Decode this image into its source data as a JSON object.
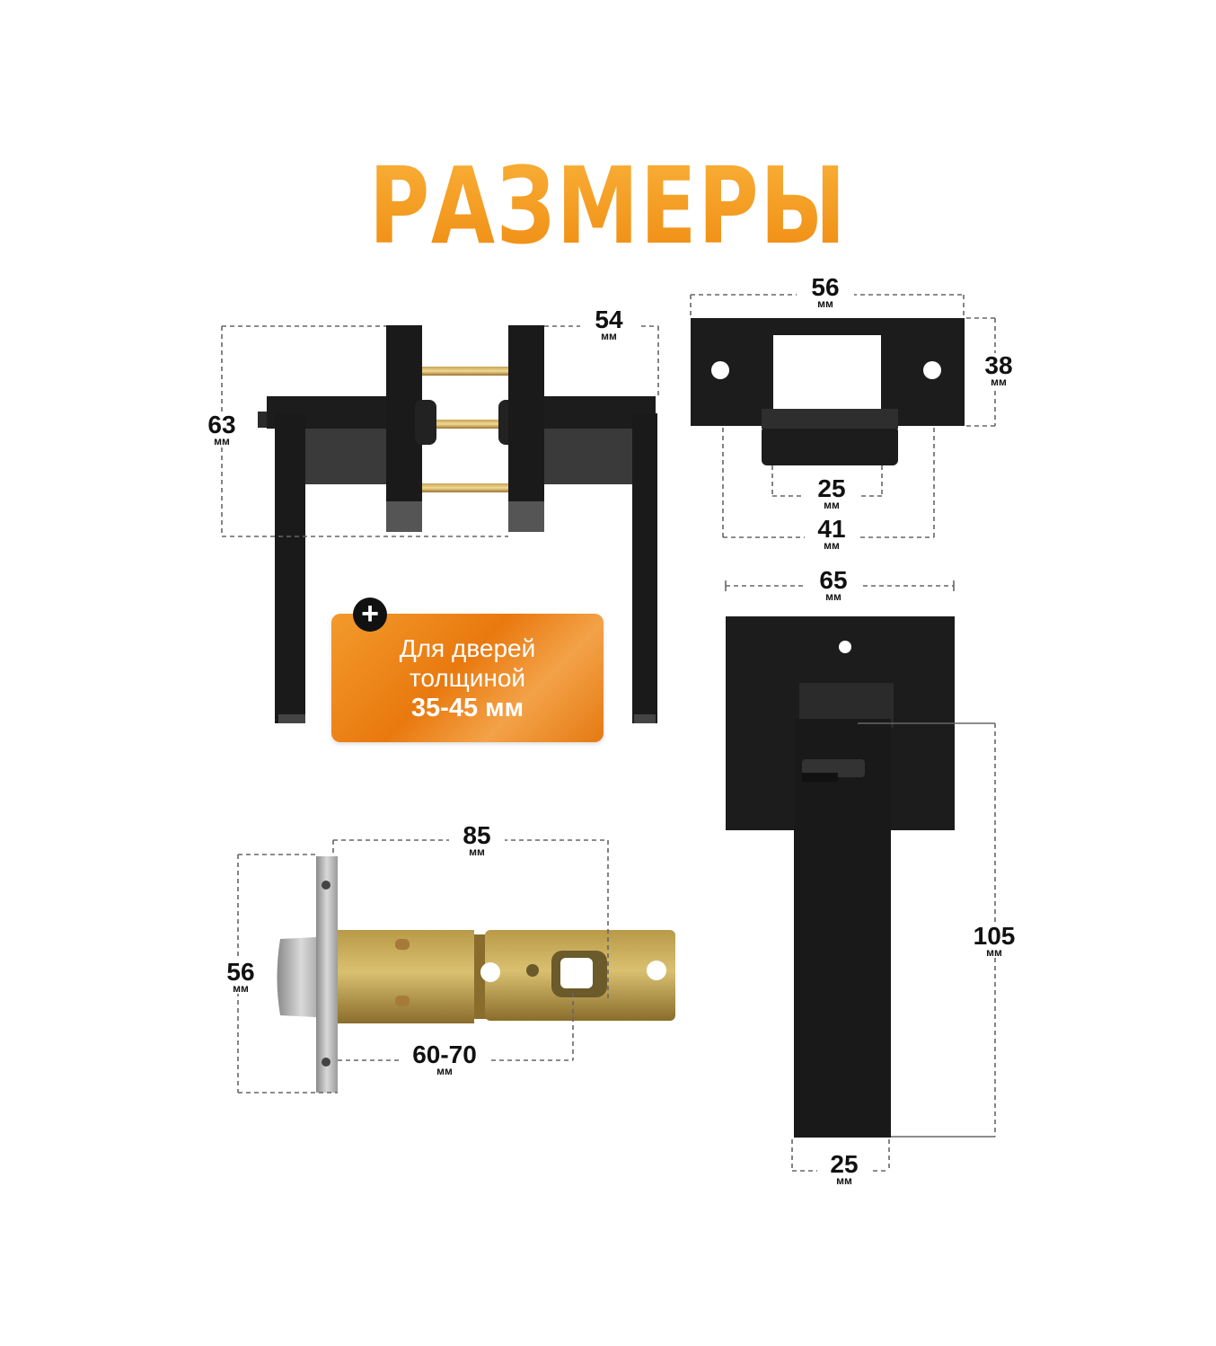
{
  "title": "РАЗМЕРЫ",
  "colors": {
    "accent": "#f29a1f",
    "product": "#1c1c1c",
    "dimension_line": "#666666"
  },
  "handle_set_dims": {
    "width": "54",
    "height": "63"
  },
  "strike_plate_dims": {
    "width": "56",
    "height": "38",
    "inner": "25",
    "tongue": "41"
  },
  "rosette_dims": {
    "width": "65",
    "handle_length": "105",
    "handle_width": "25"
  },
  "latch_dims": {
    "length": "85",
    "height": "56",
    "backset": "60-70"
  },
  "unit": "мм",
  "badge": {
    "icon": "plus-icon",
    "line1": "Для дверей",
    "line2": "толщиной",
    "line3": "35-45 мм"
  }
}
